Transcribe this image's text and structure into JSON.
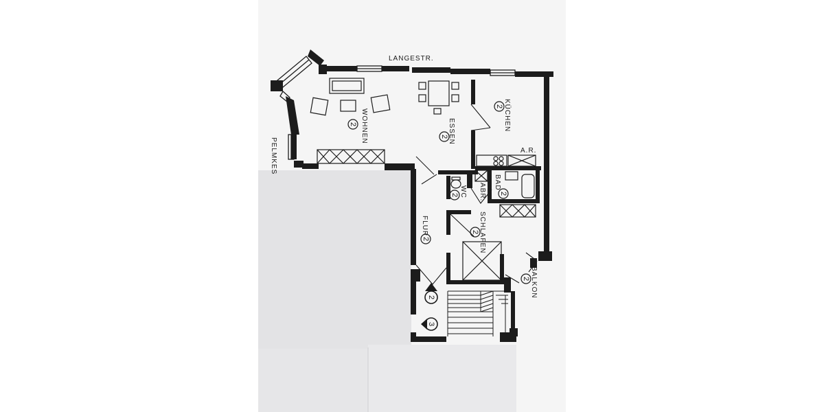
{
  "streets": {
    "top": "LANGESTR.",
    "left": "PELMKES"
  },
  "rooms": {
    "wohnen": "WOHNEN",
    "essen": "ESSEN",
    "kuechen": "KÜCHEN",
    "ar": "A.R.",
    "bad": "BAD",
    "abr": "ABR.",
    "wc": "WC",
    "flur": "FLUR",
    "schlafen": "SCHLAFEN",
    "balkon": "BALKON"
  },
  "markers": {
    "floor": "2",
    "entry_lower": "2",
    "entry_upper": "3"
  },
  "colors": {
    "wall": "#1c1c1c",
    "paper": "#f4f4f4",
    "sheet": "#e2e2e4",
    "background": "#ffffff"
  }
}
